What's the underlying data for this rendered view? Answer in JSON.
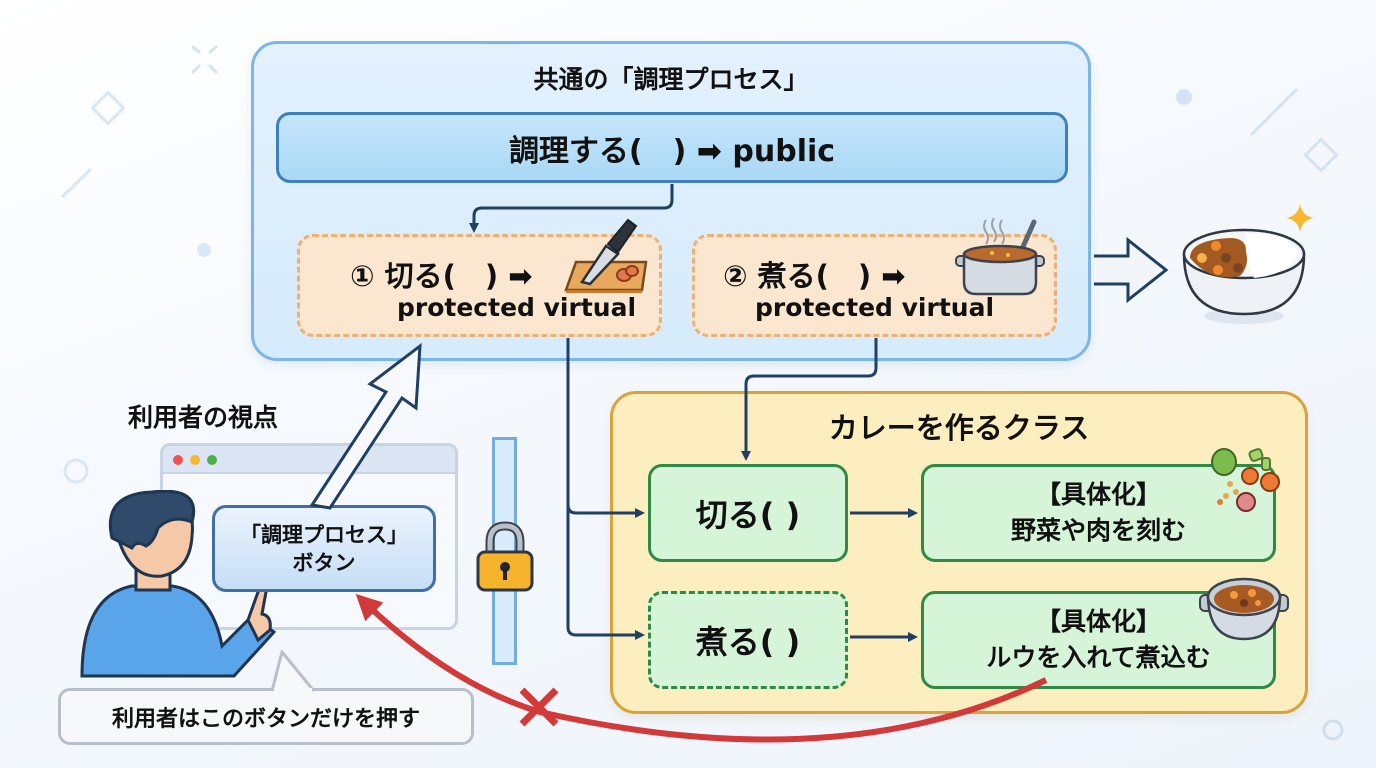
{
  "common_process": {
    "title": "共通の「調理プロセス」",
    "public_method": "調理する(　) ➡ public",
    "steps": [
      {
        "label": "① 切る(　) ➡",
        "modifier": "protected virtual",
        "icon": "knife-cutting-board-icon"
      },
      {
        "label": "② 煮る(　) ➡",
        "modifier": "protected virtual",
        "icon": "cooking-pot-icon"
      }
    ],
    "result_icon": "curry-rice-bowl-icon"
  },
  "curry_class": {
    "title": "カレーを作るクラス",
    "methods": [
      {
        "name": "切る( )",
        "style": "solid",
        "detail_tag": "【具体化】",
        "detail_text": "野菜や肉を刻む",
        "icon": "vegetables-icon"
      },
      {
        "name": "煮る( )",
        "style": "dashed",
        "detail_tag": "【具体化】",
        "detail_text": "ルウを入れて煮込む",
        "icon": "curry-pot-icon"
      }
    ]
  },
  "user_side": {
    "title": "利用者の視点",
    "button_line1": "「調理プロセス」",
    "button_line2": "ボタン",
    "speech": "利用者はこのボタンだけを押す",
    "lock_icon": "padlock-icon",
    "blocked_marker": "✕"
  },
  "colors": {
    "common_border": "#7cb6e6",
    "public_border": "#3f7fbb",
    "step_border": "#eab27a",
    "curry_border": "#d9a23a",
    "method_border": "#2f8a45",
    "arrow": "#1f3f63",
    "blocked": "#d23a3a"
  }
}
